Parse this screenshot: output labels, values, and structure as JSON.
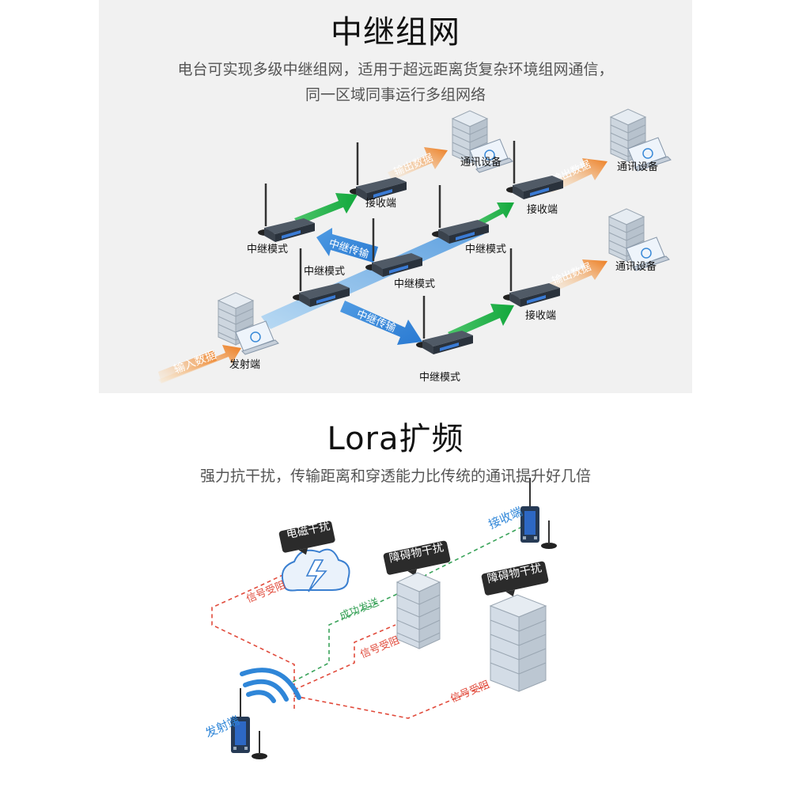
{
  "relay": {
    "title": "中继组网",
    "subtitle_line1": "电台可实现多级中继组网，适用于超远距离货复杂环境组网通信，",
    "subtitle_line2": "同一区域同事运行多组网络",
    "arrows": {
      "input": "输入数据",
      "relay_1": "中继传输",
      "relay_2": "中继传输",
      "output_1": "输出数据",
      "output_2": "输出数据",
      "output_3": "输出数据"
    },
    "labels": {
      "transmitter": "发射端",
      "relay_a": "中继模式",
      "relay_b": "中继模式",
      "relay_c": "中继模式",
      "relay_d": "中继模式",
      "relay_e": "中继模式",
      "receiver_1": "接收端",
      "receiver_2": "接收端",
      "receiver_3": "接收端",
      "device_1": "通讯设备",
      "device_2": "通讯设备",
      "device_3": "通讯设备"
    }
  },
  "lora": {
    "title": "Lora扩频",
    "subtitle": "强力抗干扰，传输距离和穿透能力比传统的通讯提升好几倍",
    "tags": {
      "em": "电磁干扰",
      "obstacle_1": "障碍物干扰",
      "obstacle_2": "障碍物干扰"
    },
    "labels": {
      "blocked_1": "信号受阻",
      "blocked_2": "信号受阻",
      "blocked_3": "信号受阻",
      "success": "成功发送",
      "receiver": "接收端",
      "transmitter": "发射端"
    }
  }
}
